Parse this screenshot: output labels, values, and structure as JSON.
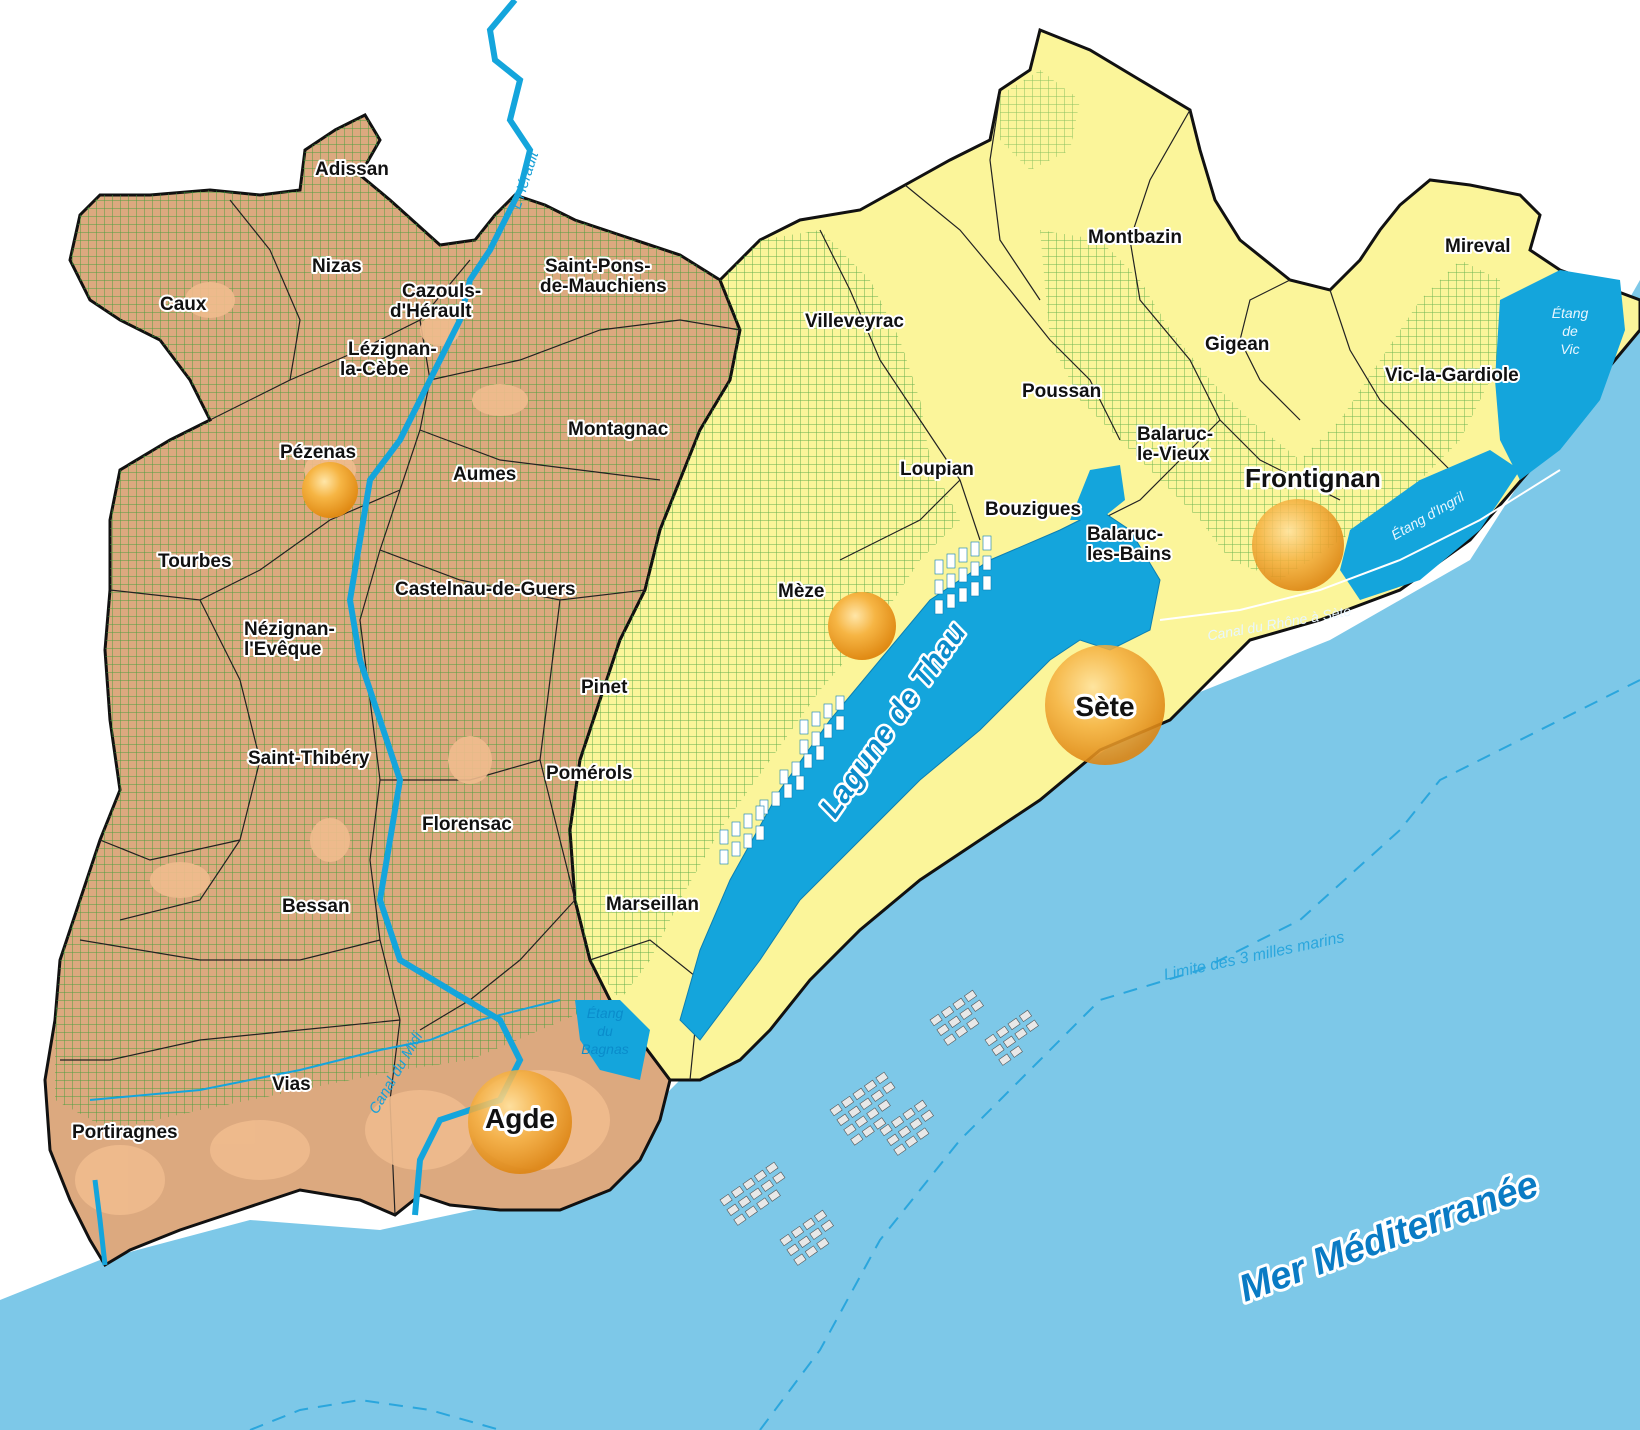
{
  "colors": {
    "sea": "#7dc8e8",
    "lagoon": "#14a5dc",
    "west_zone": "#d9a77e",
    "east_zone": "#fbf59a",
    "green_hatch": "#3f9f3a",
    "orange_dot": "#f2a534",
    "border": "#111111"
  },
  "towns_west": [
    {
      "name": "Adissan"
    },
    {
      "name": "Nizas"
    },
    {
      "name": "Caux"
    },
    {
      "name": "Cazouls-",
      "name2": "d'Hérault"
    },
    {
      "name": "Saint-Pons-",
      "name2": "de-Mauchiens"
    },
    {
      "name": "Lézignan-",
      "name2": "la-Cèbe"
    },
    {
      "name": "Pézenas"
    },
    {
      "name": "Montagnac"
    },
    {
      "name": "Aumes"
    },
    {
      "name": "Tourbes"
    },
    {
      "name": "Castelnau-de-Guers"
    },
    {
      "name": "Nézignan-",
      "name2": "l'Evêque"
    },
    {
      "name": "Pinet"
    },
    {
      "name": "Saint-Thibéry"
    },
    {
      "name": "Pomérols"
    },
    {
      "name": "Florensac"
    },
    {
      "name": "Bessan"
    },
    {
      "name": "Vias"
    },
    {
      "name": "Portiragnes"
    }
  ],
  "towns_east": [
    {
      "name": "Montbazin"
    },
    {
      "name": "Mireval"
    },
    {
      "name": "Villeveyrac"
    },
    {
      "name": "Gigean"
    },
    {
      "name": "Poussan"
    },
    {
      "name": "Vic-la-Gardiole"
    },
    {
      "name": "Balaruc-",
      "name2": "le-Vieux"
    },
    {
      "name": "Loupian"
    },
    {
      "name": "Bouzigues"
    },
    {
      "name": "Balaruc-",
      "name2": "les-Bains"
    },
    {
      "name": "Mèze"
    },
    {
      "name": "Marseillan"
    }
  ],
  "main_cities": {
    "frontignan": "Frontignan",
    "sete": "Sète",
    "agde": "Agde"
  },
  "water_labels": {
    "herault": "L'Hérault",
    "etang_vic": [
      "Étang",
      "de",
      "Vic"
    ],
    "etang_ingril": "Étang d'Ingril",
    "canal_rhone": "Canal du Rhône à Sète",
    "lagune": "Lagune   de   Thau",
    "etang_bagnas": [
      "Étang",
      "du",
      "Bagnas"
    ],
    "canal_midi": "Canal du Midi",
    "limite": "Limite des 3 milles marins",
    "mer": "Mer Méditerranée"
  }
}
